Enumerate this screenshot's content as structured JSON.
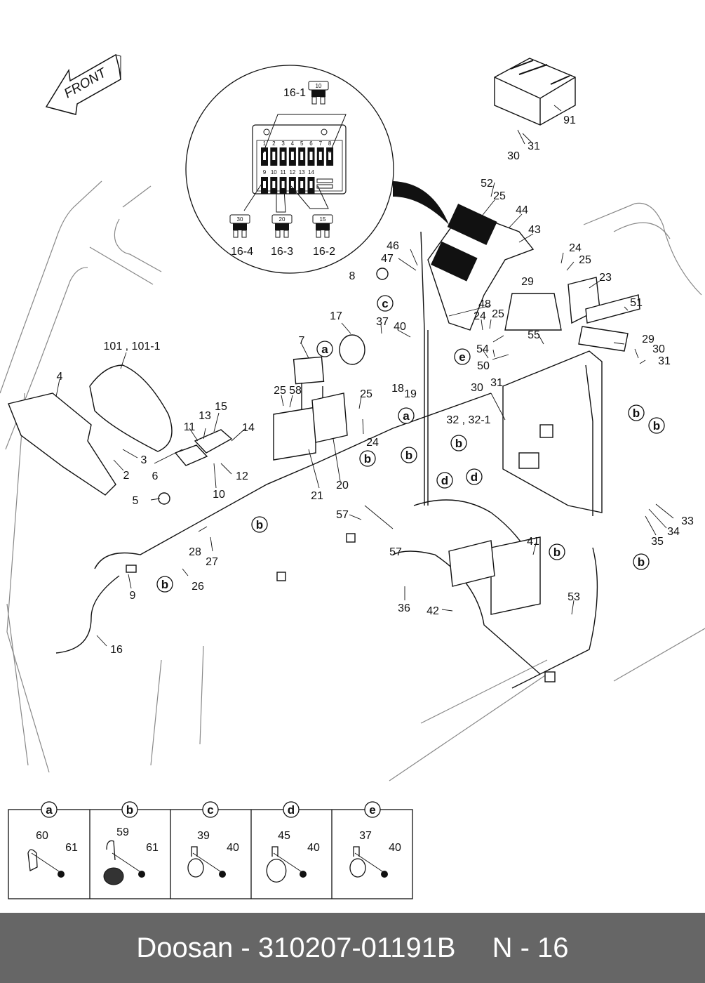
{
  "diagram": {
    "direction_arrow": "FRONT",
    "colors": {
      "line": "#111111",
      "body_outline": "#888888",
      "footer_bg": "#666666",
      "footer_text": "#ffffff"
    },
    "fuse_box_detail": {
      "callouts": [
        "16-1",
        "16-2",
        "16-3",
        "16-4"
      ],
      "slot_numbers_top": [
        "1",
        "2",
        "3",
        "4",
        "5",
        "6",
        "7",
        "8"
      ],
      "slot_numbers_bottom": [
        "9",
        "10",
        "11",
        "12",
        "13",
        "14"
      ],
      "fuse_ratings": {
        "16-1": "10",
        "16-2": "15",
        "16-3": "20",
        "16-4": "30"
      }
    },
    "part_labels": [
      {
        "id": "p91",
        "text": "91"
      },
      {
        "id": "p30a",
        "text": "30"
      },
      {
        "id": "p31a",
        "text": "31"
      },
      {
        "id": "p52",
        "text": "52"
      },
      {
        "id": "p25a",
        "text": "25"
      },
      {
        "id": "p44",
        "text": "44"
      },
      {
        "id": "p43",
        "text": "43"
      },
      {
        "id": "p46",
        "text": "46"
      },
      {
        "id": "p47",
        "text": "47"
      },
      {
        "id": "p8",
        "text": "8"
      },
      {
        "id": "p24a",
        "text": "24"
      },
      {
        "id": "p25b",
        "text": "25"
      },
      {
        "id": "p23",
        "text": "23"
      },
      {
        "id": "p51",
        "text": "51"
      },
      {
        "id": "p29a",
        "text": "29"
      },
      {
        "id": "p29b",
        "text": "29"
      },
      {
        "id": "p48",
        "text": "48"
      },
      {
        "id": "p24b",
        "text": "24"
      },
      {
        "id": "p25c",
        "text": "25"
      },
      {
        "id": "p54",
        "text": "54"
      },
      {
        "id": "p55",
        "text": "55"
      },
      {
        "id": "p50",
        "text": "50"
      },
      {
        "id": "p30b",
        "text": "30"
      },
      {
        "id": "p31b",
        "text": "31"
      },
      {
        "id": "p17",
        "text": "17"
      },
      {
        "id": "p37",
        "text": "37"
      },
      {
        "id": "p40",
        "text": "40"
      },
      {
        "id": "p18",
        "text": "18"
      },
      {
        "id": "p19",
        "text": "19"
      },
      {
        "id": "p7",
        "text": "7"
      },
      {
        "id": "p101",
        "text": "101 , 101-1"
      },
      {
        "id": "p4",
        "text": "4"
      },
      {
        "id": "p3",
        "text": "3"
      },
      {
        "id": "p2",
        "text": "2"
      },
      {
        "id": "p25d",
        "text": "25"
      },
      {
        "id": "p58",
        "text": "58"
      },
      {
        "id": "p25e",
        "text": "25"
      },
      {
        "id": "p24c",
        "text": "24"
      },
      {
        "id": "p15",
        "text": "15"
      },
      {
        "id": "p13",
        "text": "13"
      },
      {
        "id": "p11",
        "text": "11"
      },
      {
        "id": "p14",
        "text": "14"
      },
      {
        "id": "p6",
        "text": "6"
      },
      {
        "id": "p12",
        "text": "12"
      },
      {
        "id": "p10",
        "text": "10"
      },
      {
        "id": "p5",
        "text": "5"
      },
      {
        "id": "p21",
        "text": "21"
      },
      {
        "id": "p20",
        "text": "20"
      },
      {
        "id": "p30c",
        "text": "30"
      },
      {
        "id": "p31c",
        "text": "31"
      },
      {
        "id": "p32",
        "text": "32 , 32-1"
      },
      {
        "id": "p57a",
        "text": "57"
      },
      {
        "id": "p57b",
        "text": "57"
      },
      {
        "id": "p28",
        "text": "28"
      },
      {
        "id": "p27",
        "text": "27"
      },
      {
        "id": "p26",
        "text": "26"
      },
      {
        "id": "p9",
        "text": "9"
      },
      {
        "id": "p16",
        "text": "16"
      },
      {
        "id": "p41",
        "text": "41"
      },
      {
        "id": "p36",
        "text": "36"
      },
      {
        "id": "p42",
        "text": "42"
      },
      {
        "id": "p53",
        "text": "53"
      },
      {
        "id": "p33",
        "text": "33"
      },
      {
        "id": "p34",
        "text": "34"
      },
      {
        "id": "p35",
        "text": "35"
      }
    ],
    "clamp_refs": [
      "a",
      "b",
      "c",
      "d",
      "e"
    ],
    "detail_panels": [
      {
        "key": "a",
        "parts": [
          "60",
          "61"
        ]
      },
      {
        "key": "b",
        "parts": [
          "59",
          "61"
        ]
      },
      {
        "key": "c",
        "parts": [
          "39",
          "40"
        ]
      },
      {
        "key": "d",
        "parts": [
          "45",
          "40"
        ]
      },
      {
        "key": "e",
        "parts": [
          "37",
          "40"
        ]
      }
    ]
  },
  "footer": {
    "brand": "Doosan",
    "separator": "-",
    "part_number": "310207-01191B",
    "page_ref": "N - 16"
  }
}
